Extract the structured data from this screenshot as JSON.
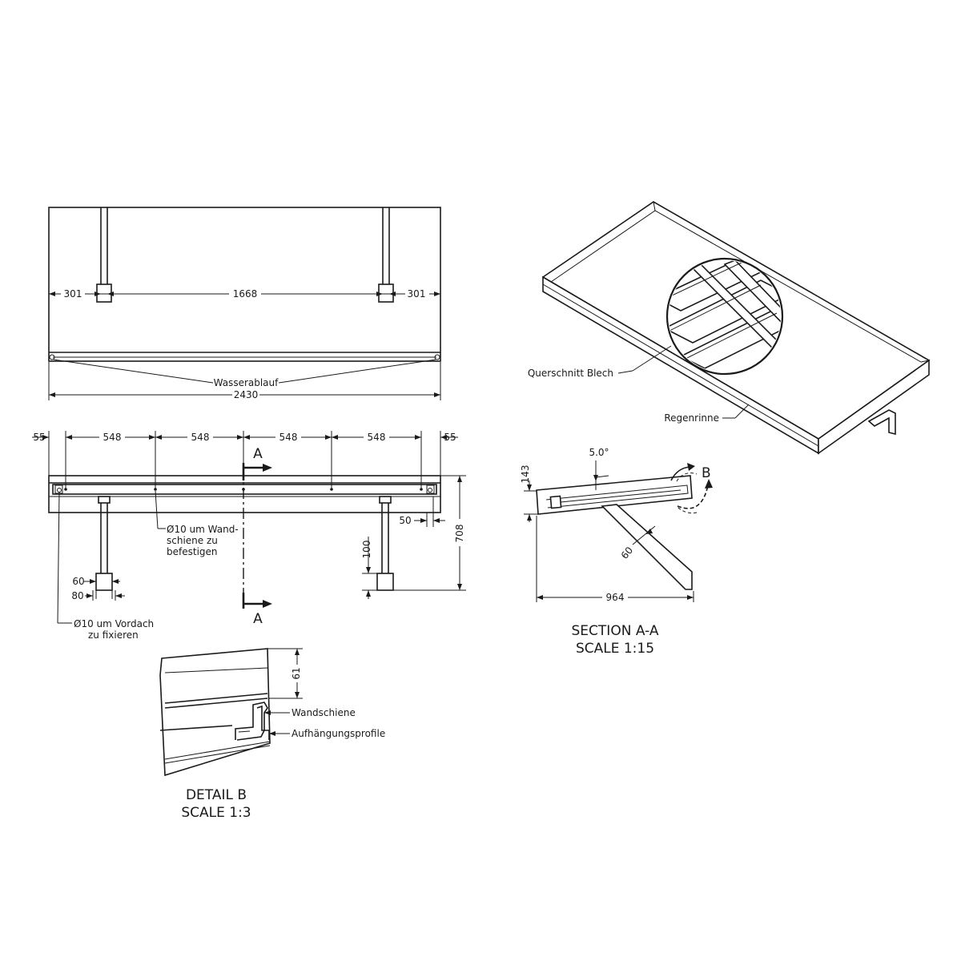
{
  "top_view": {
    "dim_left": "301",
    "dim_center": "1668",
    "dim_right": "301",
    "label_drain": "Wasserablauf",
    "dim_total": "2430"
  },
  "front_view": {
    "dim_edge_left": "55",
    "dim_spacing_1": "548",
    "dim_spacing_2": "548",
    "dim_spacing_3": "548",
    "dim_spacing_4": "548",
    "dim_edge_right": "55",
    "section_marker_top": "A",
    "section_marker_bottom": "A",
    "note_rail_line1": "Ø10 um Wand-",
    "note_rail_line2": "schiene zu",
    "note_rail_line3": "befestigen",
    "note_canopy_line1": "Ø10 um Vordach",
    "note_canopy_line2": "zu fixieren",
    "dim_plate_width": "60",
    "dim_plate_outer": "80",
    "dim_plate_height": "100",
    "dim_edge_offset": "50",
    "dim_total_height": "708"
  },
  "isometric": {
    "label_cross_section": "Querschnitt Blech",
    "label_gutter": "Regenrinne"
  },
  "section_aa": {
    "dim_angle": "5.0°",
    "dim_height": "143",
    "dim_strut": "60",
    "dim_depth": "964",
    "detail_marker": "B",
    "title_line1": "SECTION A-A",
    "title_line2": "SCALE 1:15"
  },
  "detail_b": {
    "dim_height": "61",
    "label_wall_rail": "Wandschiene",
    "label_hanging_profile": "Aufhängungsprofile",
    "title_line1": "DETAIL  B",
    "title_line2": "SCALE 1:3"
  }
}
